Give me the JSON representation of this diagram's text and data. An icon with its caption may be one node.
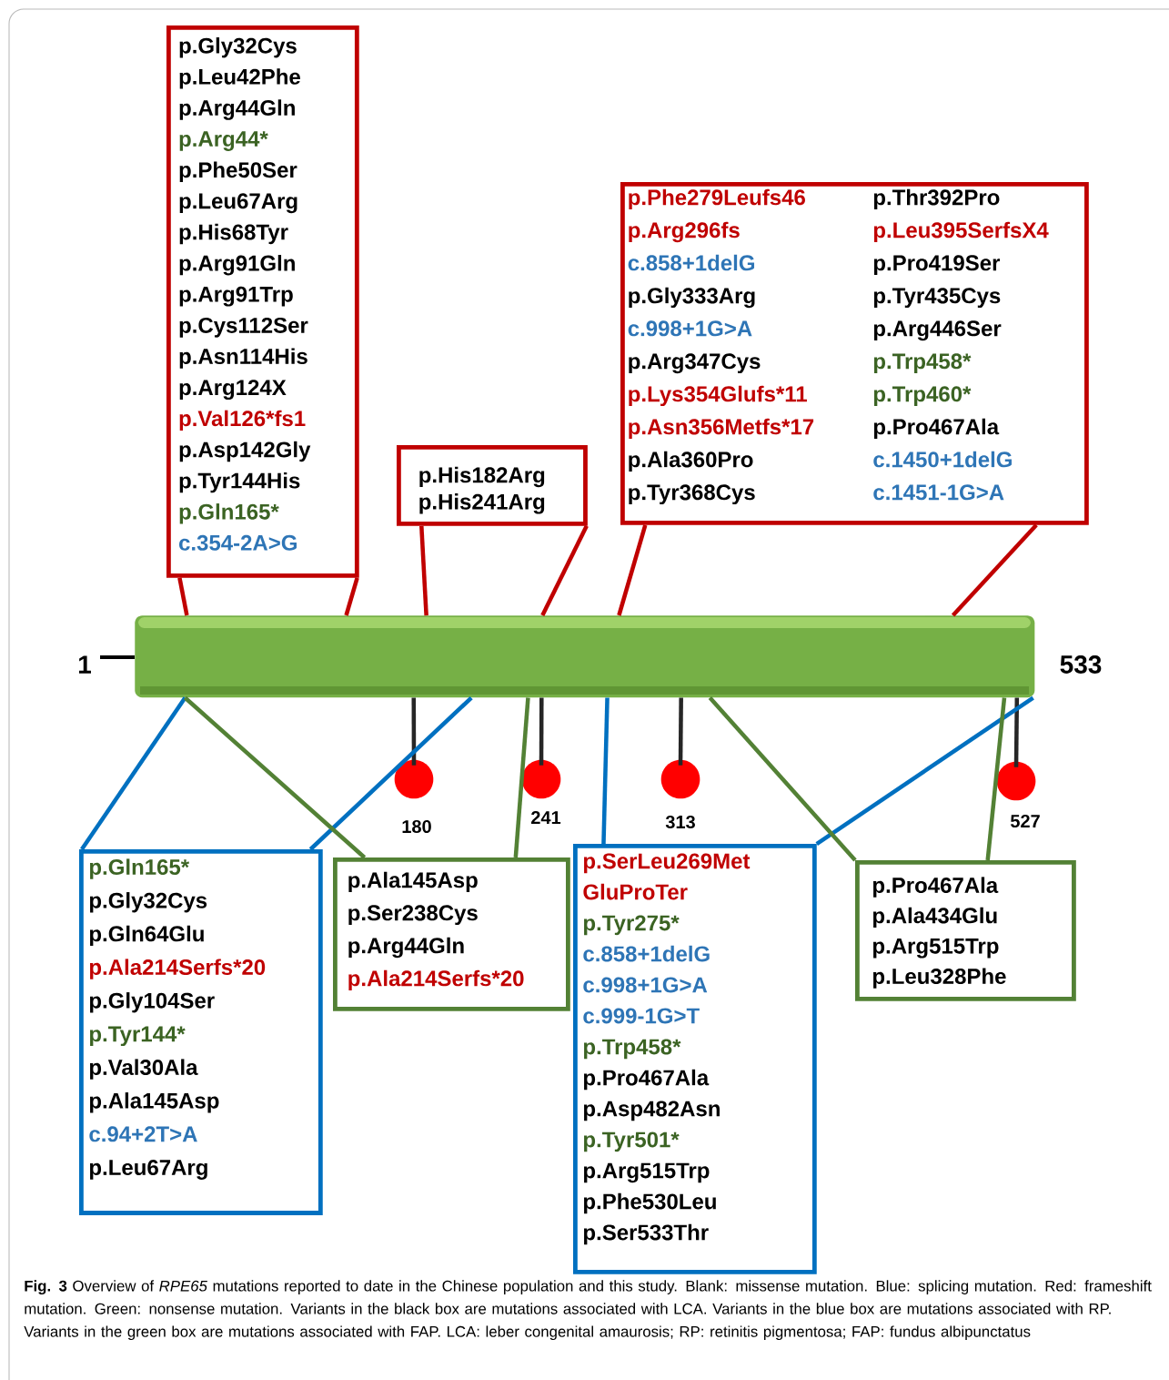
{
  "diagram": {
    "caption": "**Fig. 3** Overview of *RPE65* mutations reported to date in the Chinese population and this study. Blank: missense mutation. Blue: splicing mutation. Red: frameshift mutation. Green: nonsense mutation. Variants in the black box are mutations associated with LCA. Variants in the blue box are mutations associated with RP. Variants in the green box are mutations associated with FAP. LCA: leber congenital amaurosis; RP: retinitis pigmentosa; FAP: fundus albipunctatus",
    "nodes": [
      {
        "text": [
          "p.Gly32Cys",
          "p.Leu42Phe",
          "p.Arg44Gln",
          "p.Arg44*",
          "p.Phe50Ser",
          "p.Leu67Arg",
          "p.His68Tyr",
          "p.Arg91Gln",
          "p.Arg91Trp",
          "p.Cys112Ser",
          "p.Asn114His",
          "p.Arg124X",
          "p.Val126*fs1",
          "p.Asp142Gly",
          "p.Tyr144His",
          "p.Gln165*",
          "c.354-2A>G"
        ]
      },
      {
        "text": [
          "p.His182Arg",
          "p.His241Arg"
        ]
      },
      {
        "text": [
          "p.Phe279Leufs46",
          "p.Arg296fs",
          "c.858+1delG",
          "p.Gly333Arg",
          "c.998+1G>A",
          "p.Arg347Cys",
          "p.Lys354Glufs*11",
          "p.Asn356Metfs*17",
          "p.Ala360Pro",
          "p.Tyr368Cys",
          "p.Thr392Pro",
          "p.Leu395SerfsX4",
          "p.Pro419Ser",
          "p.Tyr435Cys",
          "p.Arg446Ser",
          "p.Trp458*",
          "p.Trp460*",
          "p.Pro467Ala",
          "c.1450+1delG",
          "c.1451-1G>A"
        ]
      },
      {
        "text": [],
        "shape": "bar"
      },
      {
        "text": [],
        "shape": "circle",
        "beside": [
          "180"
        ]
      },
      {
        "text": [],
        "shape": "circle",
        "beside": [
          "241"
        ]
      },
      {
        "text": [],
        "shape": "circle",
        "beside": [
          "313"
        ]
      },
      {
        "text": [],
        "shape": "circle",
        "beside": [
          "527"
        ]
      },
      {
        "text": [
          "p.Gln165*",
          "p.Gly32Cys",
          "p.Gln64Glu",
          "p.Ala214Serfs*20",
          "p.Gly104Ser",
          "p.Tyr144*",
          "p.Val30Ala",
          "p.Ala145Asp",
          "c.94+2T>A",
          "p.Leu67Arg"
        ]
      },
      {
        "text": [
          "p.Ala145Asp",
          "p.Ser238Cys",
          "p.Arg44Gln",
          "p.Ala214Serfs*20"
        ]
      },
      {
        "text": [
          "p.SerLeu269Met GluProTer",
          "p.Tyr275*",
          "c.858+1delG",
          "c.998+1G>A",
          "c.999-1G>T",
          "p.Trp458*",
          "p.Pro467Ala",
          "p.Asp482Asn",
          "p.Tyr501*",
          "p.Arg515Trp",
          "p.Phe530Leu",
          "p.Ser533Thr"
        ]
      },
      {
        "text": [
          "p.Pro467Ala",
          "p.Ala434Glu",
          "p.Arg515Trp",
          "p.Leu328Phe"
        ]
      }
    ],
    "edges": [
      {
        "from": 0,
        "to": 3,
        "arrow": "none",
        "color": "#c00000"
      },
      {
        "from": 0,
        "to": 3,
        "arrow": "none",
        "color": "#c00000"
      },
      {
        "from": 1,
        "to": 3,
        "arrow": "none",
        "color": "#c00000"
      },
      {
        "from": 1,
        "to": 3,
        "arrow": "none",
        "color": "#c00000"
      },
      {
        "from": 2,
        "to": 3,
        "arrow": "none",
        "color": "#c00000"
      },
      {
        "from": 2,
        "to": 3,
        "arrow": "none",
        "color": "#c00000"
      },
      {
        "from": 3,
        "to": 4,
        "arrow": "none",
        "color": "#262626"
      },
      {
        "from": 3,
        "to": 5,
        "arrow": "none",
        "color": "#262626"
      },
      {
        "from": 3,
        "to": 6,
        "arrow": "none",
        "color": "#262626"
      },
      {
        "from": 3,
        "to": 7,
        "arrow": "none",
        "color": "#262626"
      },
      {
        "from": 8,
        "to": 3,
        "arrow": "none",
        "color": "#0070c0"
      },
      {
        "from": 8,
        "to": 3,
        "arrow": "none",
        "color": "#0070c0"
      },
      {
        "from": 9,
        "to": 3,
        "arrow": "none",
        "color": "#538135"
      },
      {
        "from": 9,
        "to": 3,
        "arrow": "none",
        "color": "#538135"
      },
      {
        "from": 10,
        "to": 3,
        "arrow": "none",
        "color": "#0070c0"
      },
      {
        "from": 10,
        "to": 3,
        "arrow": "none",
        "color": "#0070c0"
      },
      {
        "from": 11,
        "to": 3,
        "arrow": "none",
        "color": "#538135"
      },
      {
        "from": 11,
        "to": 3,
        "arrow": "none",
        "color": "#538135"
      }
    ],
    "labels": [
      "1",
      "533"
    ]
  }
}
